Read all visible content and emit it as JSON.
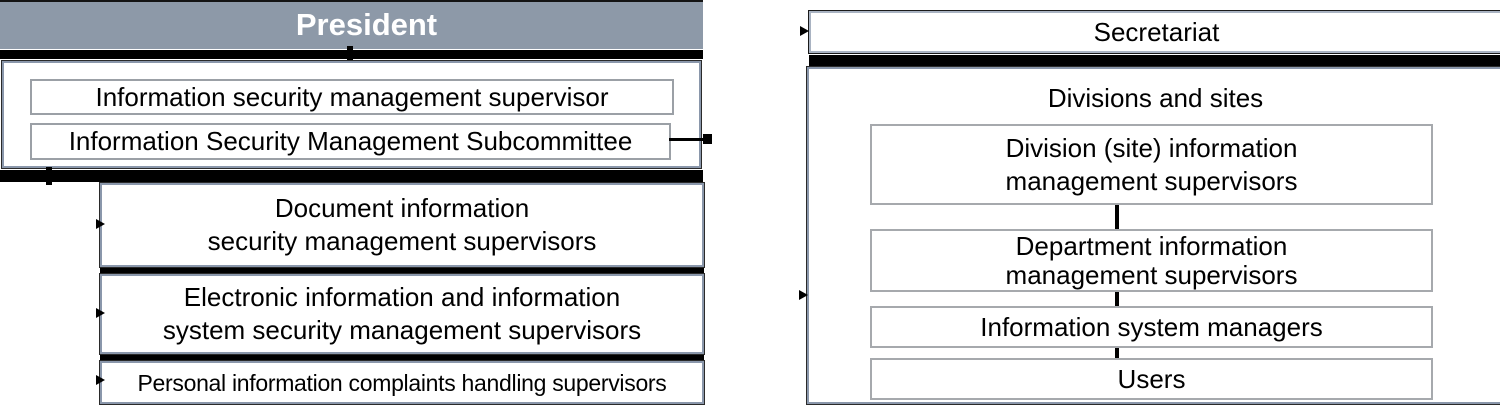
{
  "colors": {
    "background": "#ffffff",
    "president_bg": "#8d99a8",
    "president_text": "#ffffff",
    "outer_box_border": "#8a97ab",
    "inner_box_border": "#9ba0a6",
    "dark_edge": "#1a1a1a",
    "connector": "#000000",
    "body_text": "#000000"
  },
  "left_column": {
    "president_label": "President",
    "management_container": {
      "supervisor_label": "Information security management supervisor",
      "subcommittee_label": "Information Security Management Subcommittee"
    },
    "document_box": {
      "line1": "Document information",
      "line2": "security management supervisors"
    },
    "electronic_box": {
      "line1": "Electronic information and information",
      "line2": "system security management supervisors"
    },
    "personal_box_label": "Personal information complaints handling supervisors"
  },
  "right_column": {
    "secretariat_label": "Secretariat",
    "divisions_container": {
      "title": "Divisions and sites",
      "division_box": {
        "line1": "Division (site) information",
        "line2": "management supervisors"
      },
      "department_box": {
        "line1": "Department information",
        "line2": "management supervisors"
      },
      "system_managers_label": "Information system managers",
      "users_label": "Users"
    }
  }
}
